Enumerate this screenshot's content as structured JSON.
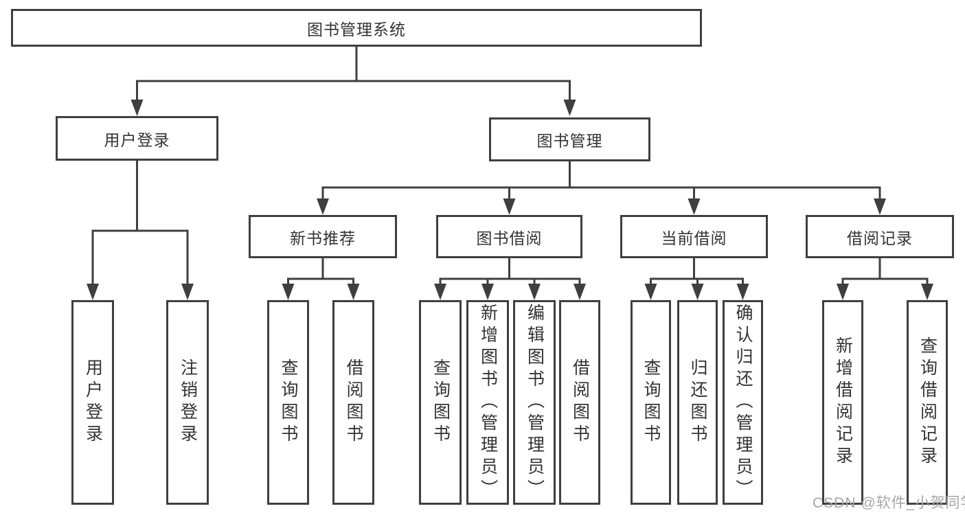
{
  "colors": {
    "line": "#3f3f3f",
    "text": "#333333",
    "watermark": "#a6a6a6",
    "background": "#ffffff"
  },
  "watermark": "CSDN @软件_小贺同学",
  "diagram": {
    "root": {
      "label": "图书管理系统"
    },
    "branches": [
      {
        "label": "用户登录",
        "children": [
          {
            "label": "用户登录"
          },
          {
            "label": "注销登录"
          }
        ]
      },
      {
        "label": "图书管理",
        "children": [
          {
            "label": "新书推荐",
            "children": [
              {
                "label": "查询图书"
              },
              {
                "label": "借阅图书"
              }
            ]
          },
          {
            "label": "图书借阅",
            "children": [
              {
                "label": "查询图书"
              },
              {
                "label": "新增图书（管理员）"
              },
              {
                "label": "编辑图书（管理员）"
              },
              {
                "label": "借阅图书"
              }
            ]
          },
          {
            "label": "当前借阅",
            "children": [
              {
                "label": "查询图书"
              },
              {
                "label": "归还图书"
              },
              {
                "label": "确认归还（管理员）"
              }
            ]
          },
          {
            "label": "借阅记录",
            "children": [
              {
                "label": "新增借阅记录"
              },
              {
                "label": "查询借阅记录"
              }
            ]
          }
        ]
      }
    ]
  }
}
